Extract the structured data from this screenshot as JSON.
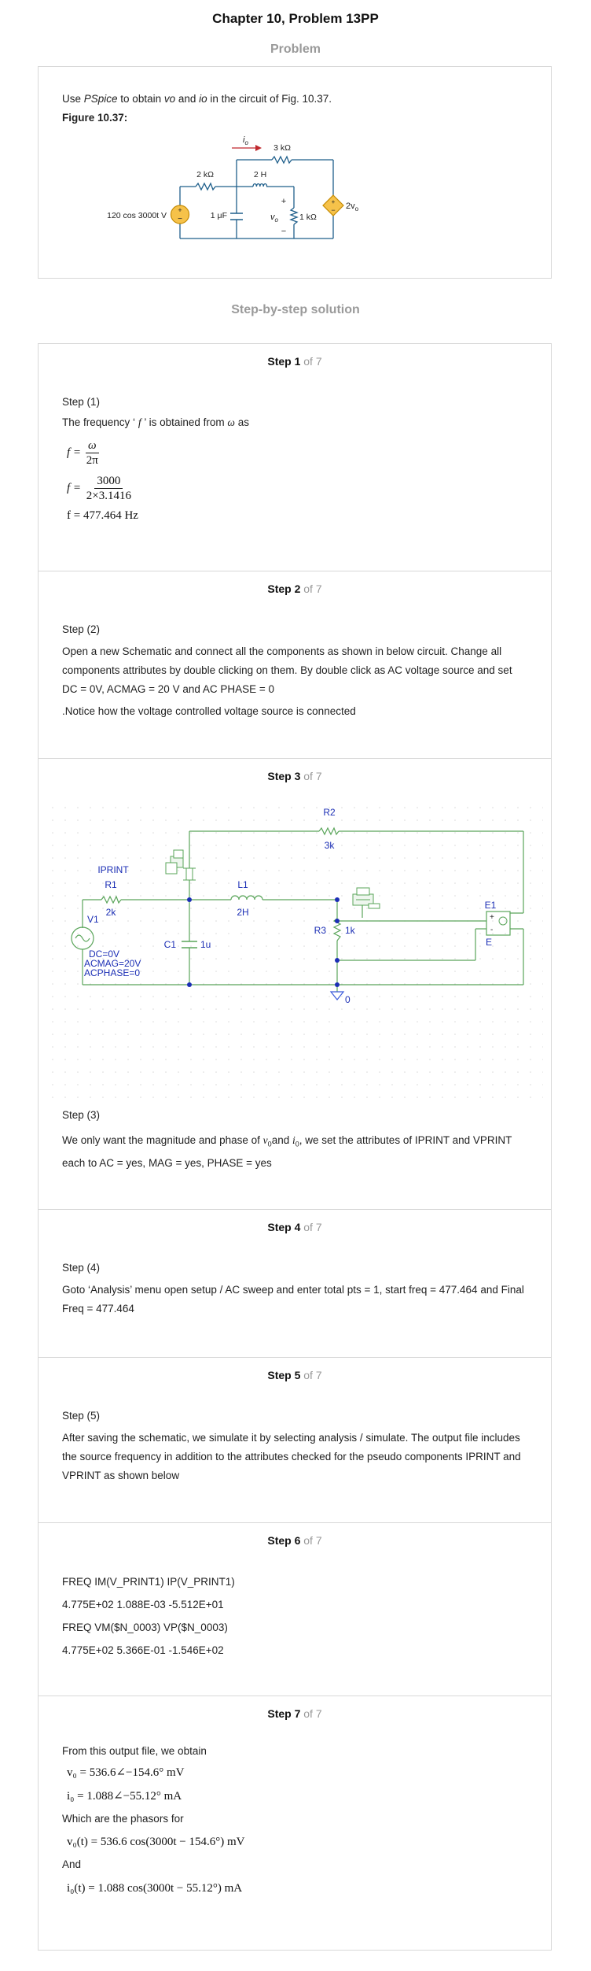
{
  "header": {
    "title": "Chapter 10, Problem 13PP"
  },
  "problem": {
    "section_title": "Problem",
    "intro_pre": "Use ",
    "intro_pspice": "PSpice",
    "intro_mid1": " to obtain ",
    "intro_vo": "vo",
    "intro_mid2": " and ",
    "intro_io": "io",
    "intro_post": " in the circuit of Fig. 10.37.",
    "figure_label": "Figure 10.37:",
    "circuit": {
      "source_label": "120 cos 3000t V",
      "r1": "2 kΩ",
      "r2": "3 kΩ",
      "l1": "2 H",
      "c1": "1 μF",
      "r3": "1 kΩ",
      "dep": "2v",
      "dep_sub": "o",
      "io": "i",
      "io_sub": "o",
      "vo": "v",
      "vo_sub": "o",
      "plus": "+",
      "minus": "−"
    }
  },
  "solution": {
    "section_title": "Step-by-step solution"
  },
  "steps": {
    "of_label": "of 7",
    "s1": {
      "head": "Step 1",
      "label": "Step (1)",
      "text_pre": "The frequency ‘ ",
      "text_f": "f",
      "text_mid": " ’ is obtained from ",
      "text_w": "ω",
      "text_post": " as",
      "eq1_lhs": "f =",
      "eq1_num": "ω",
      "eq1_den": "2π",
      "eq2_lhs": "f =",
      "eq2_num": "3000",
      "eq2_den": "2×3.1416",
      "eq3": "f = 477.464 Hz"
    },
    "s2": {
      "head": "Step 2",
      "label": "Step (2)",
      "text": "Open a new Schematic and connect all the components as shown in below circuit. Change all components attributes by double clicking on them. By double click as AC voltage source and set DC = 0V, ACMAG = 20 V and AC PHASE = 0",
      "note": ".Notice how the voltage controlled voltage source is connected"
    },
    "s3": {
      "head": "Step 3",
      "schem": {
        "r2": "R2",
        "r2v": "3k",
        "iprint": "IPRINT",
        "r1": "R1",
        "r1v": "2k",
        "l1": "L1",
        "l1v": "2H",
        "c1": "C1",
        "c1v": "1u",
        "r3": "R3",
        "r3v": "1k",
        "e1": "E1",
        "e": "E",
        "v1": "V1",
        "dc": "DC=0V",
        "acmag": "ACMAG=20V",
        "acphase": "ACPHASE=0",
        "gnd": "0",
        "plus": "+",
        "minus": "-"
      },
      "label": "Step (3)",
      "text_pre": "We only want the magnitude and phase of ",
      "text_v": "v",
      "text_vsub": "0",
      "text_and": "and ",
      "text_i": "i",
      "text_isub": "0",
      "text_post": ", we set the attributes of IPRINT and VPRINT each to AC = yes, MAG = yes, PHASE = yes"
    },
    "s4": {
      "head": "Step 4",
      "label": "Step (4)",
      "text": "Goto ‘Analysis’ menu open setup / AC sweep and enter total pts = 1, start freq = 477.464 and Final Freq = 477.464"
    },
    "s5": {
      "head": "Step 5",
      "label": "Step (5)",
      "text": "After saving the schematic, we simulate it by selecting analysis / simulate. The output file includes the source frequency in addition to the attributes checked for the pseudo components IPRINT and VPRINT as shown below"
    },
    "s6": {
      "head": "Step 6",
      "lines": [
        "FREQ IM(V_PRINT1) IP(V_PRINT1)",
        "4.775E+02 1.088E-03 -5.512E+01",
        "FREQ VM($N_0003) VP($N_0003)",
        "4.775E+02 5.366E-01 -1.546E+02"
      ]
    },
    "s7": {
      "head": "Step 7",
      "text1": "From this output file, we obtain",
      "eq1": "v₀ = 536.6∠−154.6° mV",
      "eq2": "i₀ = 1.088∠−55.12° mA",
      "text2": "Which are the phasors for",
      "eq3": "v₀(t) = 536.6 cos(3000t − 154.6°) mV",
      "text3": "And",
      "eq4": "i₀(t) = 1.088 cos(3000t − 55.12°) mA"
    }
  }
}
